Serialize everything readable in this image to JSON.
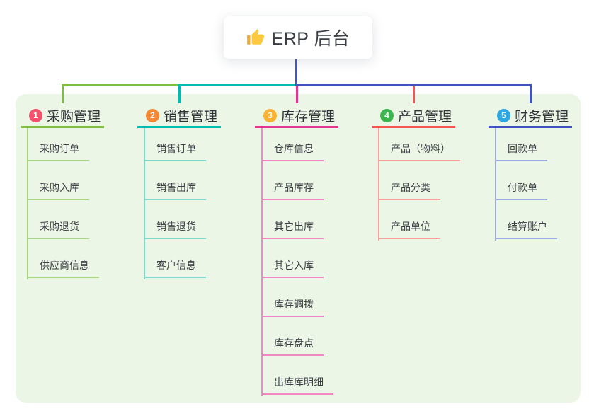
{
  "root": {
    "label": "ERP 后台",
    "icon": "thumbs-up-icon"
  },
  "theme": {
    "page_bg": "#ffffff",
    "panel_bg": "#ecf6e6",
    "trunk_color": "#4355c6",
    "head_text_color": "#2e3338",
    "child_text_color": "#3a4045"
  },
  "branches": [
    {
      "badge": "1",
      "label": "采购管理",
      "badge_color": "#f4516c",
      "line_color": "#7ebd3f",
      "child_line_color": "#a9d585",
      "children": [
        "采购订单",
        "采购入库",
        "采购退货",
        "供应商信息"
      ]
    },
    {
      "badge": "2",
      "label": "销售管理",
      "badge_color": "#f58634",
      "line_color": "#00bdb0",
      "child_line_color": "#82d8cd",
      "children": [
        "销售订单",
        "销售出库",
        "销售退货",
        "客户信息"
      ]
    },
    {
      "badge": "3",
      "label": "库存管理",
      "badge_color": "#f9b234",
      "line_color": "#e8368f",
      "child_line_color": "#f187c3",
      "children": [
        "仓库信息",
        "产品库存",
        "其它出库",
        "其它入库",
        "库存调拨",
        "库存盘点",
        "出库库明细"
      ]
    },
    {
      "badge": "4",
      "label": "产品管理",
      "badge_color": "#3cb54e",
      "line_color": "#fa5252",
      "child_line_color": "#faa09c",
      "children": [
        "产品（物料）",
        "产品分类",
        "产品单位"
      ]
    },
    {
      "badge": "5",
      "label": "财务管理",
      "badge_color": "#2ea7e0",
      "line_color": "#4053c0",
      "child_line_color": "#9cabe2",
      "children": [
        "回款单",
        "付款单",
        "结算账户"
      ]
    }
  ]
}
